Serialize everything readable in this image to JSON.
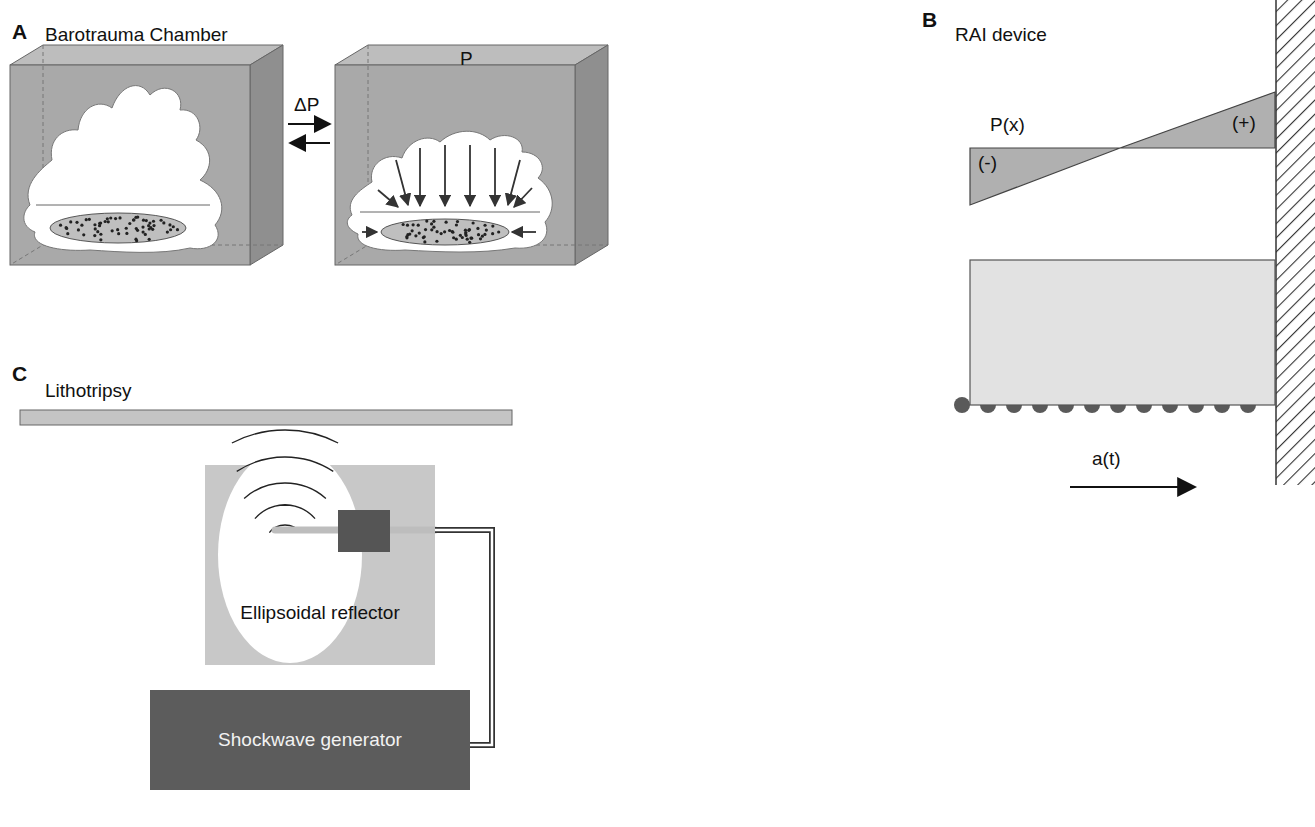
{
  "diagram": {
    "nodes": [
      {
        "text": [
          "Ellipsoidal reflector"
        ]
      },
      {
        "text": [
          "Shockwave generator"
        ]
      }
    ],
    "edges": [
      {
        "from": 0,
        "to": 1,
        "arrow": "none"
      }
    ],
    "labels": [
      "A",
      "Barotrauma Chamber",
      "ΔP",
      "P",
      "B",
      "RAI device",
      "P(x)",
      "(-)",
      "(+)",
      "a(t)",
      "C",
      "Lithotripsy"
    ]
  }
}
